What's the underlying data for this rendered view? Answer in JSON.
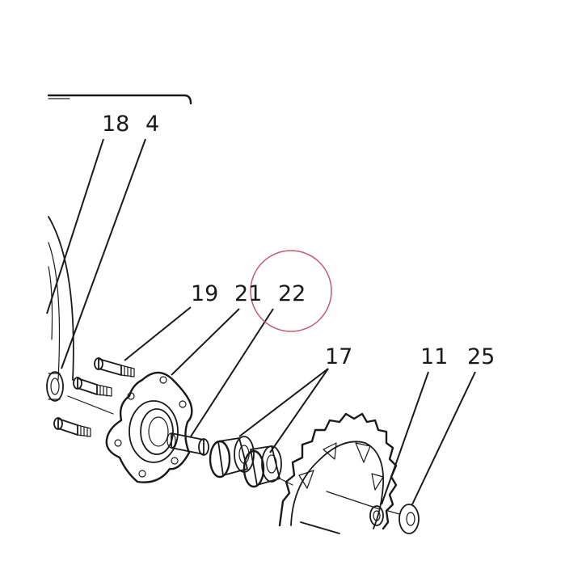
{
  "callouts": [
    {
      "id": "18",
      "text": "18"
    },
    {
      "id": "4",
      "text": "4"
    },
    {
      "id": "19",
      "text": "19"
    },
    {
      "id": "21",
      "text": "21"
    },
    {
      "id": "22",
      "text": "22"
    },
    {
      "id": "17",
      "text": "17"
    },
    {
      "id": "11",
      "text": "11"
    },
    {
      "id": "25",
      "text": "25"
    }
  ],
  "highlight": {
    "target": "22",
    "color": "#c45a6a"
  }
}
